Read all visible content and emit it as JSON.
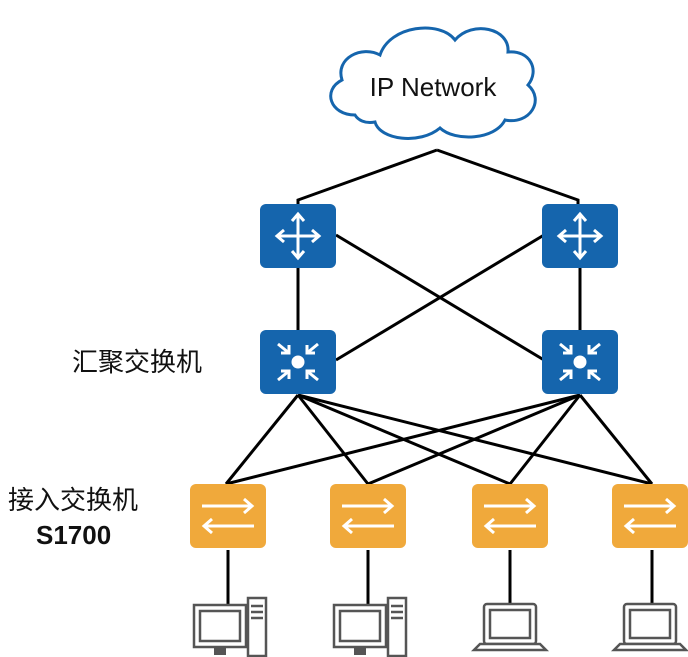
{
  "cloud": {
    "label": "IP Network"
  },
  "labels": {
    "aggregation": "汇聚交换机",
    "access": "接入交换机",
    "access_model": "S1700"
  },
  "icons": {
    "cloud": "cloud-icon",
    "core": "router-icon",
    "aggregation": "layer3-switch-icon",
    "access": "access-switch-icon",
    "endpoints": [
      "desktop-pc-icon",
      "desktop-pc-icon",
      "laptop-icon",
      "laptop-icon"
    ]
  },
  "colors": {
    "core_fill": "#1565ad",
    "agg_fill": "#1565ad",
    "access_fill": "#f0a93b",
    "cloud_stroke": "#1565ad",
    "line": "#000000",
    "endpoint_stroke": "#555555"
  }
}
